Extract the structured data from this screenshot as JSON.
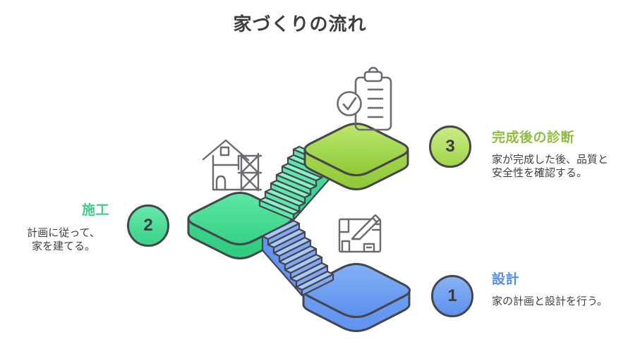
{
  "title": "家づくりの流れ",
  "steps": [
    {
      "number": "1",
      "label": "設計",
      "description": "家の計画と設計を行う。",
      "accent_color": "#568df0",
      "platform_color": "#5b90ee",
      "icon": "blueprint-pencil-icon"
    },
    {
      "number": "2",
      "label": "施工",
      "description": "計画に従って、\n家を建てる。",
      "accent_color": "#3ecd8b",
      "platform_color": "#37d185",
      "icon": "house-scaffold-icon"
    },
    {
      "number": "3",
      "label": "完成後の診断",
      "description": "家が完成した後、品質と\n安全性を確認する。",
      "accent_color": "#8fbe3f",
      "platform_color": "#90ca37",
      "icon": "clipboard-check-icon"
    }
  ],
  "colors": {
    "outline": "#45454d",
    "text": "#3e3e44",
    "icon_gray": "#6a6a72",
    "stairs_teal_tread": "#86f2c7",
    "stairs_teal_riser": "#5fe5ad",
    "stairs_blue_tread": "#a9caf8",
    "stairs_blue_riser": "#7fa9f3"
  }
}
